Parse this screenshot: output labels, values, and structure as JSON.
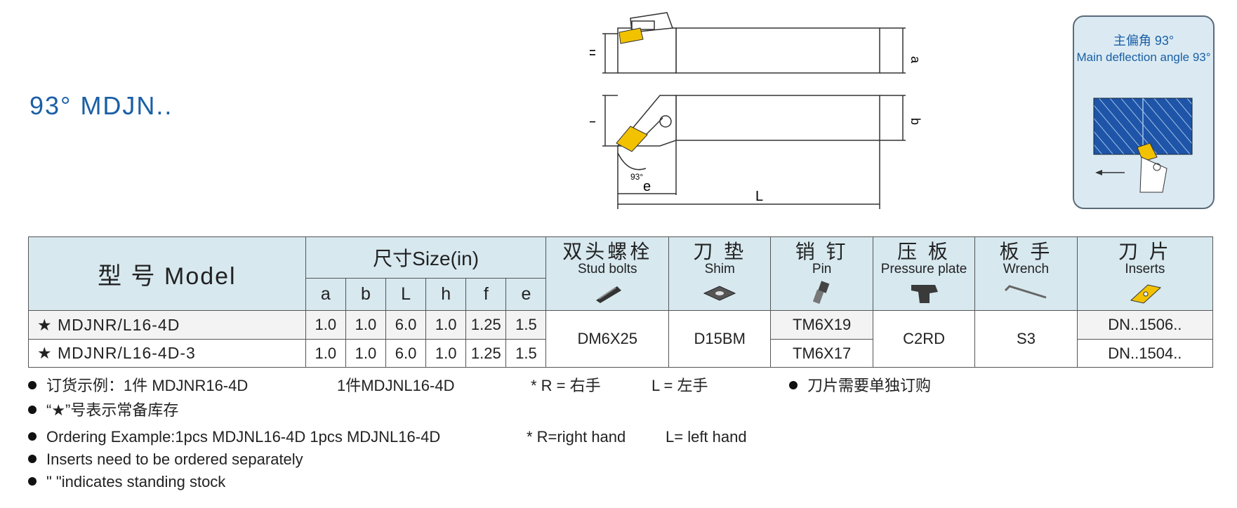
{
  "title": "93° MDJN..",
  "drawing": {
    "dim_h": "h",
    "dim_a": "a",
    "dim_f": "f",
    "dim_b": "b",
    "dim_e": "e",
    "dim_L": "L",
    "angle": "93°",
    "insert_color": "#f2c200"
  },
  "callout": {
    "line_cn": "主偏角 93°",
    "line_en": "Main deflection angle 93°",
    "accent": "#1a5fa6",
    "workpiece_color": "#1f55a8"
  },
  "table": {
    "model_header": "型 号 Model",
    "size_header": "尺寸Size(in)",
    "dim_headers": [
      "a",
      "b",
      "L",
      "h",
      "f",
      "e"
    ],
    "accessories": [
      {
        "cn": "双头螺栓",
        "en": "Stud bolts",
        "icon": "stud-bolt-icon"
      },
      {
        "cn": "刀 垫",
        "en": "Shim",
        "icon": "shim-icon"
      },
      {
        "cn": "销 钉",
        "en": "Pin",
        "icon": "pin-icon"
      },
      {
        "cn": "压 板",
        "en": "Pressure plate",
        "icon": "pressure-plate-icon"
      },
      {
        "cn": "板 手",
        "en": "Wrench",
        "icon": "wrench-icon"
      },
      {
        "cn": "刀 片",
        "en": "Inserts",
        "icon": "insert-icon"
      }
    ],
    "rows": [
      {
        "model": "★ MDJNR/L16-4D",
        "a": "1.0",
        "b": "1.0",
        "L": "6.0",
        "h": "1.0",
        "f": "1.25",
        "e": "1.5",
        "pin": "TM6X19",
        "insert": "DN..1506.."
      },
      {
        "model": "★ MDJNR/L16-4D-3",
        "a": "1.0",
        "b": "1.0",
        "L": "6.0",
        "h": "1.0",
        "f": "1.25",
        "e": "1.5",
        "pin": "TM6X17",
        "insert": "DN..1504.."
      }
    ],
    "shared": {
      "stud_bolt": "DM6X25",
      "shim": "D15BM",
      "pressure_plate": "C2RD",
      "wrench": "S3"
    }
  },
  "notes": {
    "cn1_a": "订货示例：1件 MDJNR16-4D",
    "cn1_b": "1件MDJNL16-4D",
    "cn1_c": "* R = 右手",
    "cn1_d": "L = 左手",
    "cn1_e": "刀片需要单独订购",
    "cn2": "“★”号表示常备库存",
    "en1_a": "Ordering Example:1pcs MDJNL16-4D 1pcs MDJNL16-4D",
    "en1_b": "* R=right hand",
    "en1_c": "L= left hand",
    "en2": "Inserts need to be ordered separately",
    "en3": "\"    \"indicates standing stock"
  }
}
